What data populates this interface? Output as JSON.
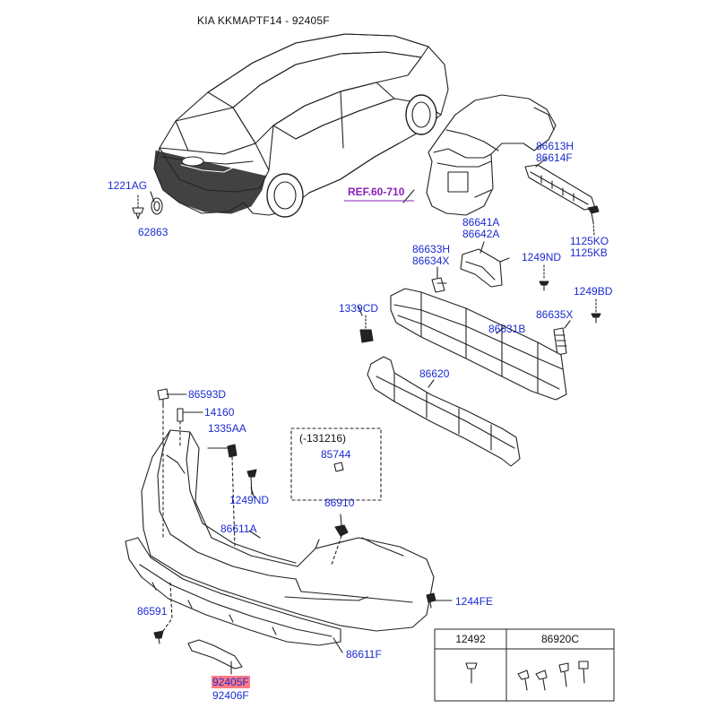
{
  "header": {
    "title": "KIA KKMAPTF14 - 92405F"
  },
  "reference": {
    "label": "REF.60-710"
  },
  "date_note": {
    "label": "(-131216)"
  },
  "parts": {
    "p1221AG": "1221AG",
    "p62863": "62863",
    "p86613H": "86613H",
    "p86614F": "86614F",
    "p1125KO": "1125KO",
    "p1125KB": "1125KB",
    "p86641A": "86641A",
    "p86642A": "86642A",
    "p86633H": "86633H",
    "p86634X": "86634X",
    "p1249ND_a": "1249ND",
    "p1249BD": "1249BD",
    "p1339CD": "1339CD",
    "p86635X": "86635X",
    "p86631B": "86631B",
    "p86620": "86620",
    "p86593D": "86593D",
    "p14160": "14160",
    "p1335AA": "1335AA",
    "p85744": "85744",
    "p1249ND_b": "1249ND",
    "p86910": "86910",
    "p86611A": "86611A",
    "p1244FE": "1244FE",
    "p86591": "86591",
    "p86611F": "86611F",
    "p92405F": "92405F",
    "p92406F": "92406F"
  },
  "legend_table": {
    "col1": "12492",
    "col2": "86920C"
  }
}
